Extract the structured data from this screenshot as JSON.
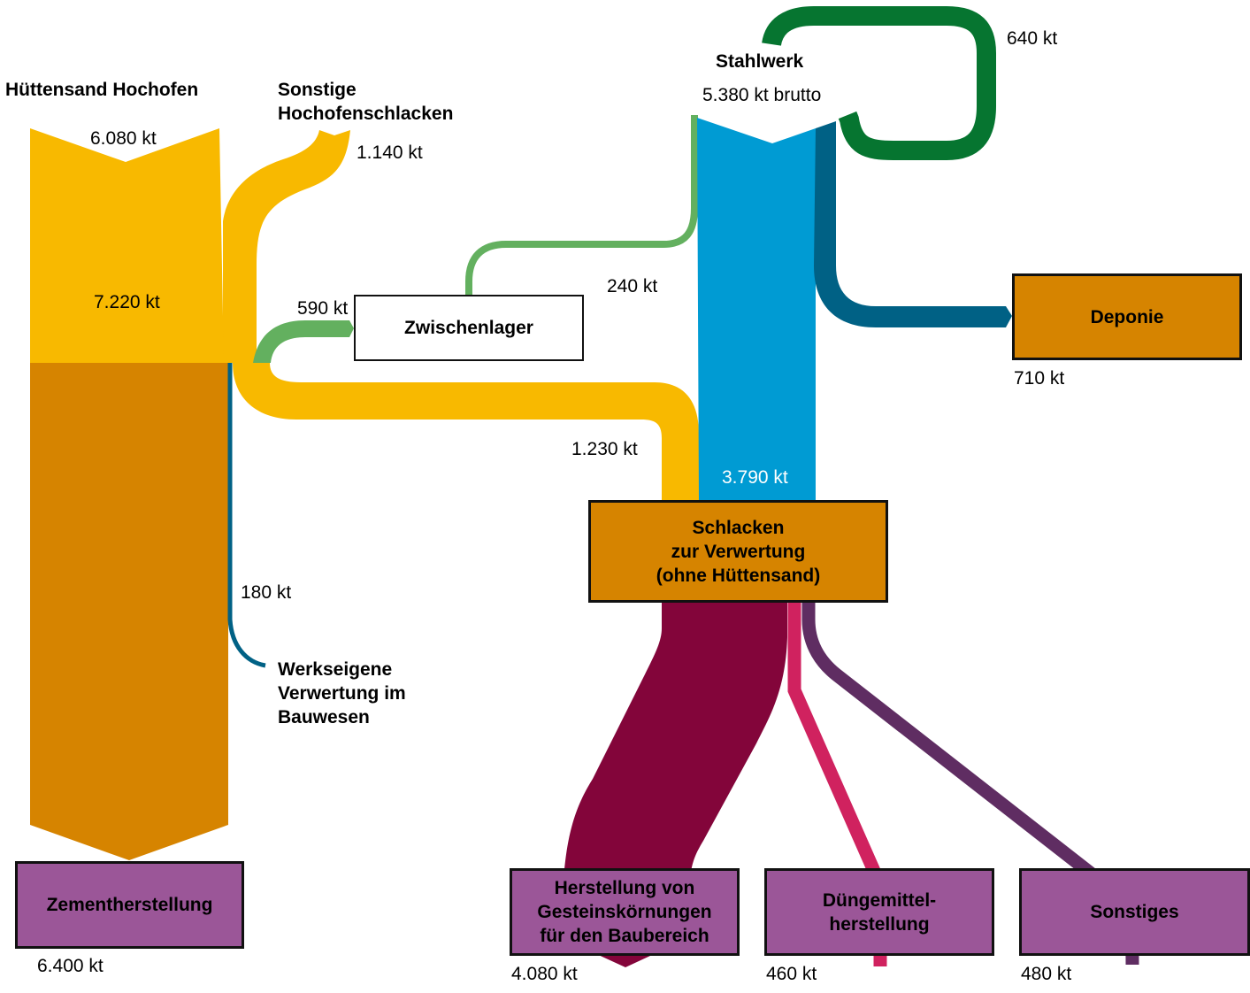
{
  "diagram": {
    "type": "sankey",
    "unit": "kt",
    "colors": {
      "huettensand": "#f8b900",
      "cement_flow": "#d68400",
      "steel": "#009bd3",
      "steel_dark": "#006185",
      "recycle_green": "#067530",
      "storage_green": "#63b05f",
      "aggregates": "#83053a",
      "fertilizer": "#d0225f",
      "other": "#5f2d62",
      "node_orange": "#d68400",
      "node_purple": "#9b5698"
    },
    "sources": {
      "huettensand": {
        "title": "Hüttensand Hochofen",
        "value": "6.080 kt"
      },
      "sonstige_hochofen": {
        "title_line1": "Sonstige",
        "title_line2": "Hochofenschlacken",
        "value": "1.140 kt"
      },
      "stahlwerk": {
        "title": "Stahlwerk",
        "value": "5.380 kt brutto"
      }
    },
    "flows": {
      "blast_furnace_total": "7.220 kt",
      "to_zwischenlager": "590 kt",
      "from_zwischenlager": "240 kt",
      "steel_recycle": "640 kt",
      "hochofen_to_verwertung": "1.230 kt",
      "steel_to_verwertung": "3.790 kt",
      "werkseigene": "180 kt"
    },
    "nodes": {
      "zwischenlager": {
        "label": "Zwischenlager"
      },
      "deponie": {
        "label": "Deponie",
        "value": "710 kt"
      },
      "verwertung": {
        "line1": "Schlacken",
        "line2": "zur Verwertung",
        "line3": "(ohne Hüttensand)"
      },
      "werkseigene": {
        "line1": "Werkseigene",
        "line2": "Verwertung im",
        "line3": "Bauwesen"
      },
      "zement": {
        "label": "Zementherstellung",
        "value": "6.400 kt"
      },
      "gestein": {
        "line1": "Herstellung von",
        "line2": "Gesteinskörnungen",
        "line3": "für den Baubereich",
        "value": "4.080 kt"
      },
      "duenger": {
        "line1": "Düngemittel-",
        "line2": "herstellung",
        "value": "460 kt"
      },
      "sonstiges": {
        "label": "Sonstiges",
        "value": "480 kt"
      }
    }
  }
}
